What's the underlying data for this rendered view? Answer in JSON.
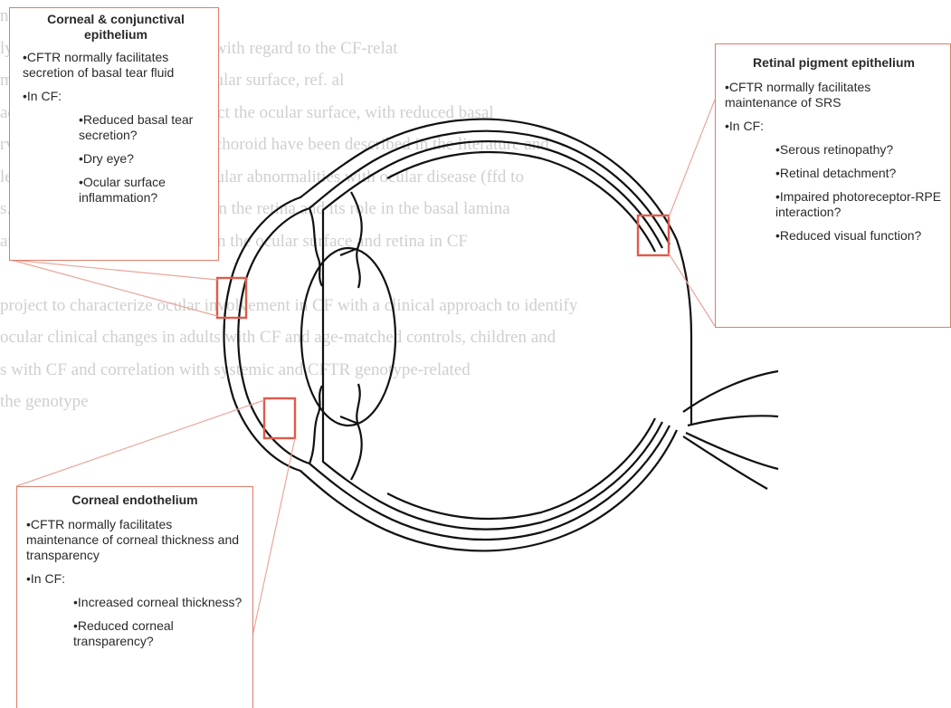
{
  "background_text": [
    "ng/regen. ion of",
    "ly reported fee. ures of disease with regard to the CF-relat",
    "more commonly involve the ocular surface, ref. al",
    "adverse drug reactions also affect the ocular surface, with reduced basal",
    "rved. ractures of the retina and choroid have been described in the literature and",
    "lesion of the optic nerve and ocular abnormalities with ocular disease (ffd to",
    "s. Whether CFTR is expressed in the retina and its role in the basal lamina",
    "and whether there are changes in the ocular surface and retina in CF",
    "",
    "project to characterize ocular involvement in CF with a clinical approach to identify",
    "ocular clinical changes in adults with CF and age-matched controls, children and",
    "s with CF and correlation with systemic and CFTR genotype-related",
    "the genotype"
  ],
  "callouts": {
    "corneal_conjunctival": {
      "title": "Corneal & conjunctival epithelium",
      "items": [
        "•CFTR normally facilitates secretion of basal tear fluid",
        "•In CF:"
      ],
      "sub_items": [
        "•Reduced basal tear secretion?",
        "•Dry eye?",
        "•Ocular surface inflammation?"
      ]
    },
    "retinal_pigment": {
      "title": "Retinal pigment epithelium",
      "items": [
        "•CFTR normally facilitates maintenance of SRS",
        "•In CF:"
      ],
      "sub_items": [
        "•Serous retinopathy?",
        "•Retinal detachment?",
        "•Impaired photoreceptor-RPE interaction?",
        "•Reduced visual function?"
      ]
    },
    "corneal_endothelium": {
      "title": "Corneal endothelium",
      "items": [
        "•CFTR normally facilitates maintenance of corneal thickness and transparency",
        "•In CF:"
      ],
      "sub_items": [
        "•Increased corneal thickness?",
        "•Reduced corneal transparency?"
      ]
    }
  },
  "colors": {
    "highlight": "#e05a4a",
    "leader": "#e8a79c",
    "eye_outline": "#111111"
  }
}
